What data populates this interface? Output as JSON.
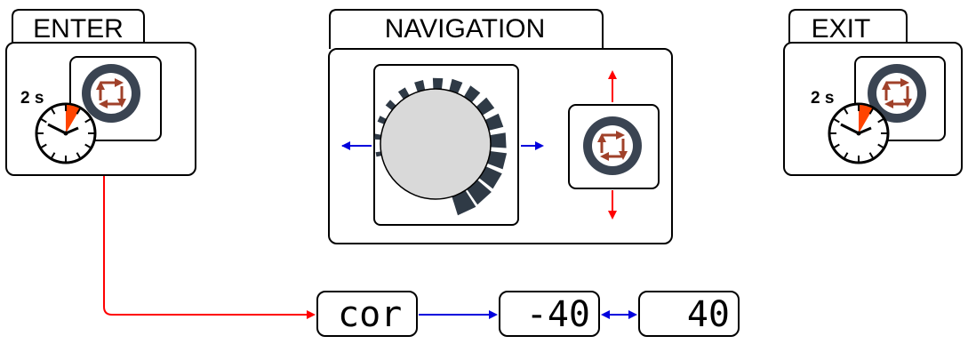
{
  "enter": {
    "title": "ENTER",
    "duration": "2 s",
    "button_icon": "rotary-push-button-icon",
    "clock_icon": "clock-icon"
  },
  "navigation": {
    "title": "NAVIGATION",
    "dial_icon": "rotary-dial-icon",
    "button_icon": "rotary-push-button-icon"
  },
  "exit": {
    "title": "EXIT",
    "duration": "2 s",
    "button_icon": "rotary-push-button-icon",
    "clock_icon": "clock-icon"
  },
  "displays": [
    {
      "value": "cor"
    },
    {
      "value": "-40"
    },
    {
      "value": "40"
    }
  ],
  "colors": {
    "red_arrow": "#ff0000",
    "blue_arrow": "#0000dd",
    "button_ring": "#3a4452",
    "button_arrows": "#a0412a",
    "clock_wedge": "#ff4400",
    "dial_body": "#d9d9d9",
    "dial_teeth": "#2f3a46"
  }
}
